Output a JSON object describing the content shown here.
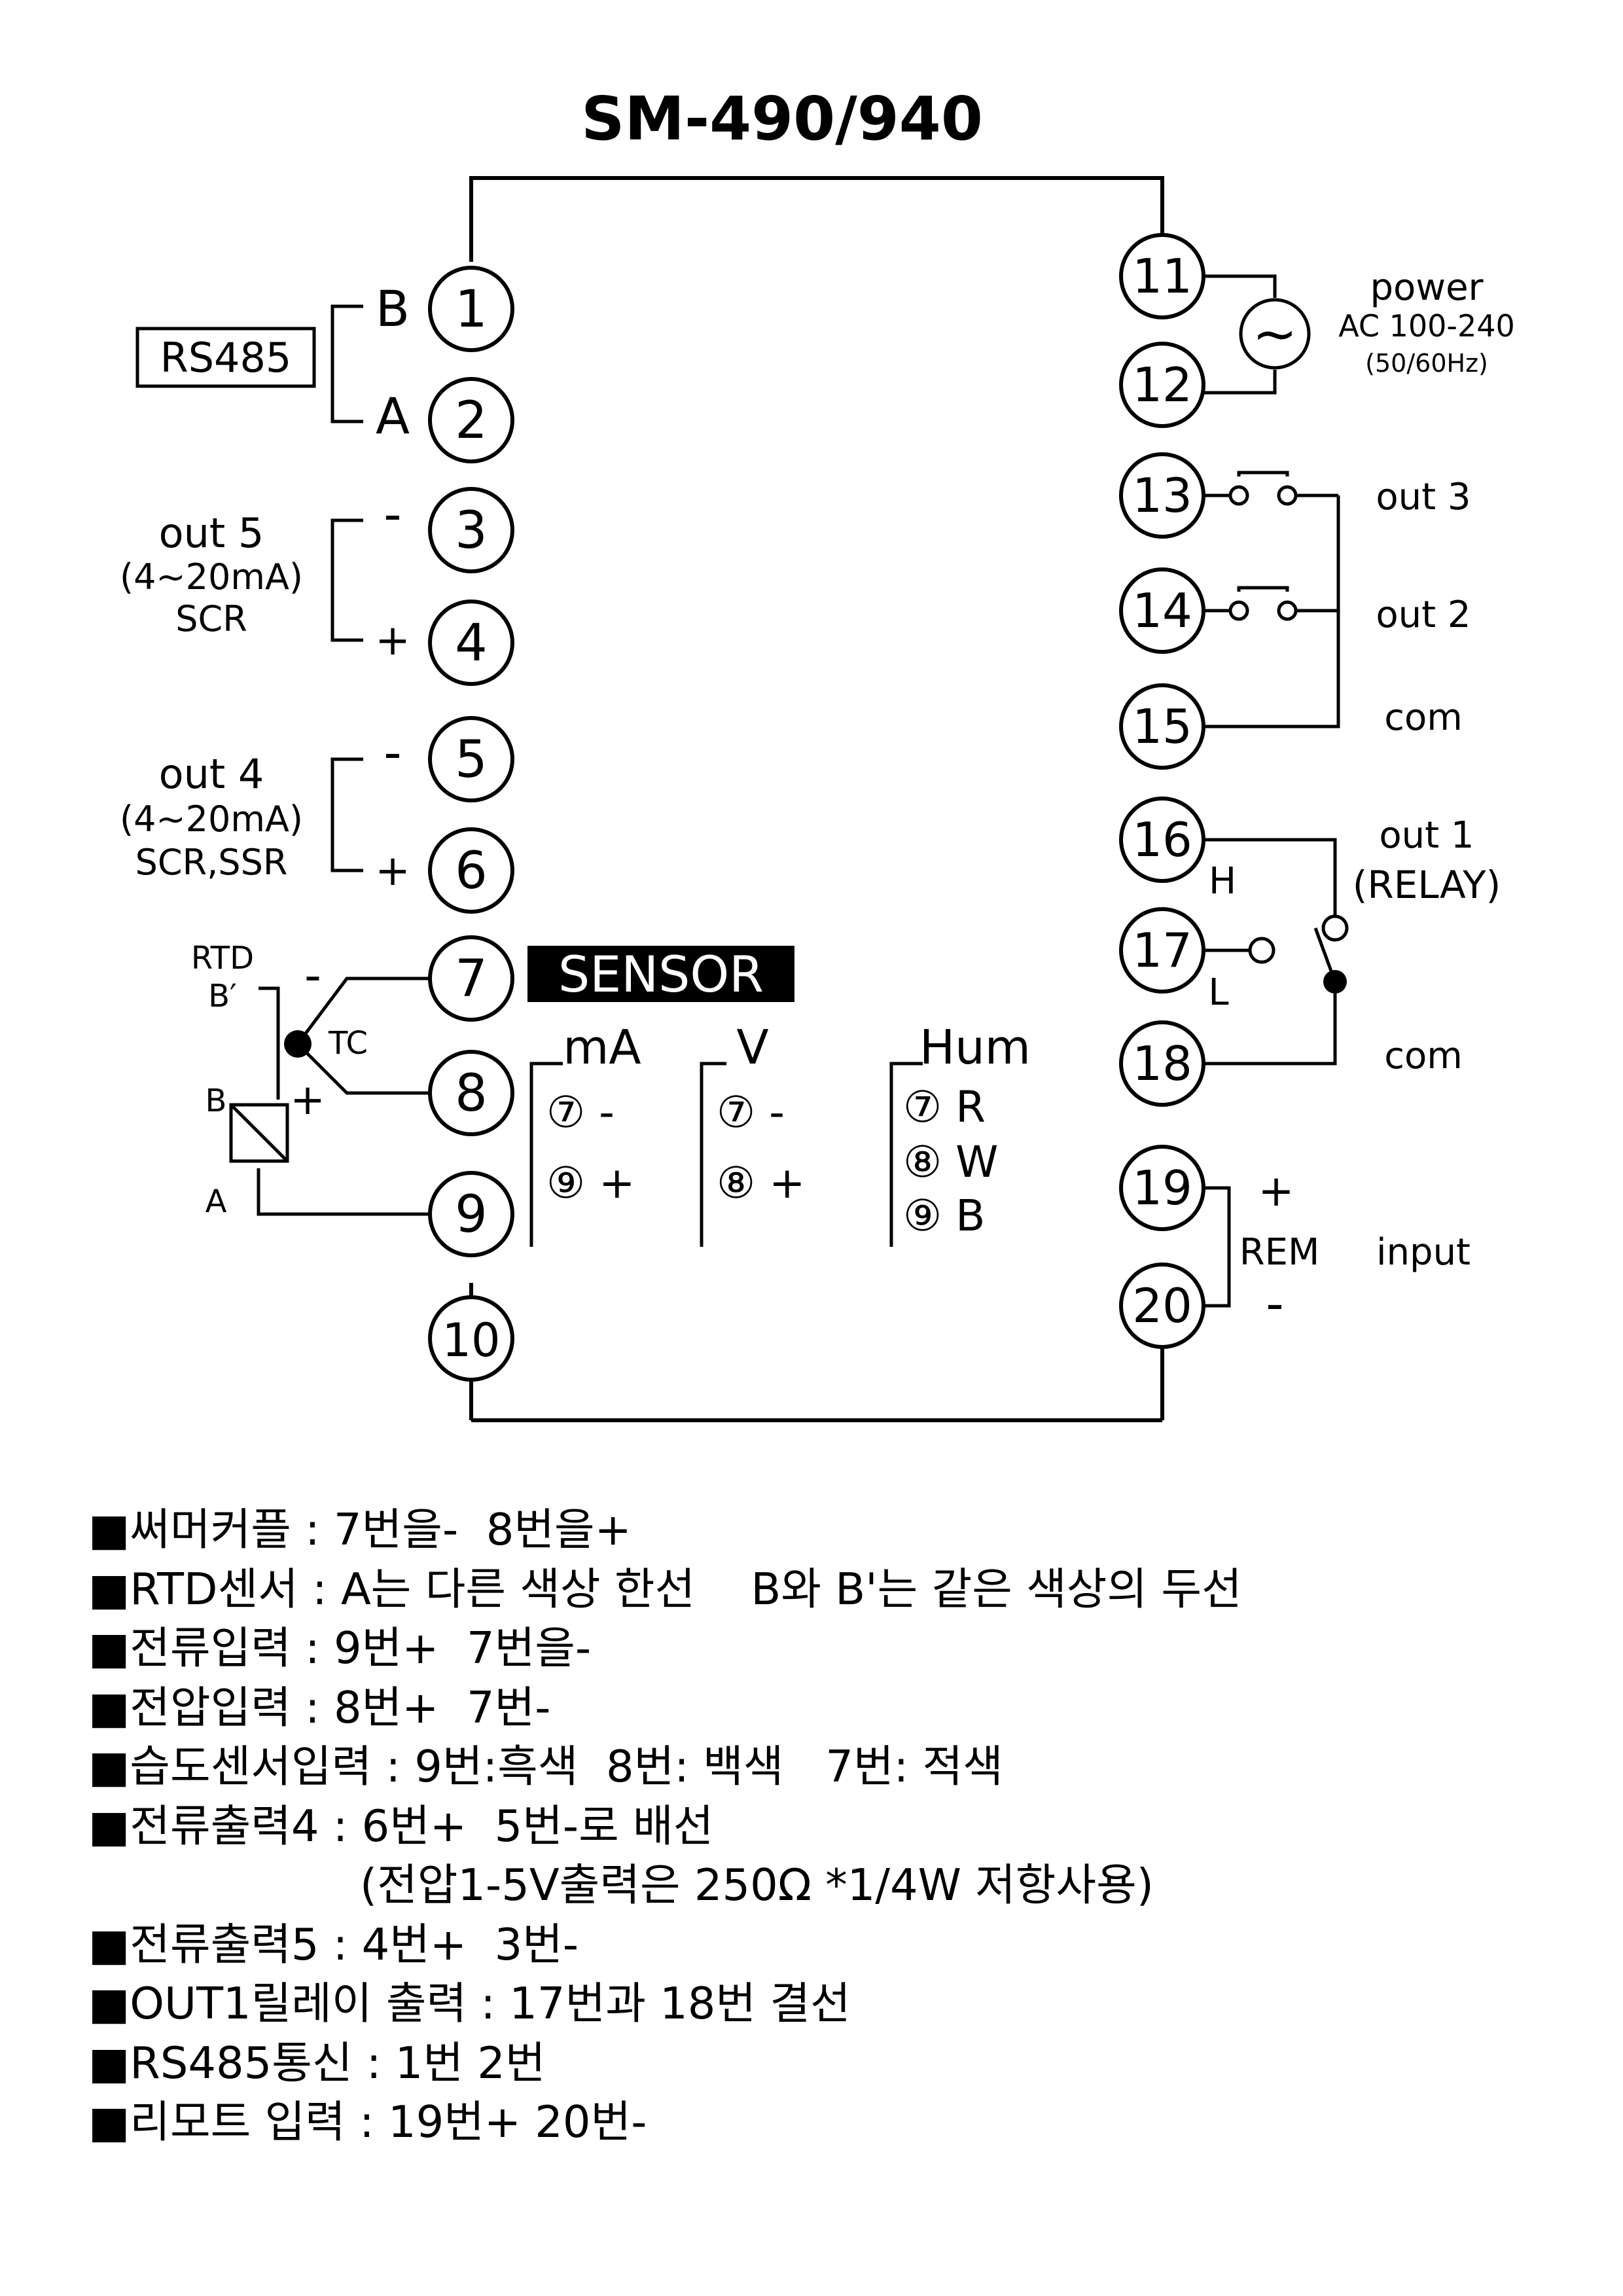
{
  "title": "SM-490/940",
  "terminals": [
    "1",
    "2",
    "3",
    "4",
    "5",
    "6",
    "7",
    "8",
    "9",
    "10",
    "11",
    "12",
    "13",
    "14",
    "15",
    "16",
    "17",
    "18",
    "19",
    "20"
  ],
  "left_labels": {
    "rs485": "RS485",
    "b": "B",
    "a": "A",
    "out5": "out 5",
    "out5_range": "(4~20mA)",
    "out5_type": "SCR",
    "out4": "out 4",
    "out4_range": "(4~20mA)",
    "out4_type": "SCR,SSR",
    "minus": "-",
    "plus": "+",
    "rtd": "RTD",
    "rtd_bprime": "B′",
    "tc": "TC",
    "rtd_b": "B",
    "rtd_a": "A"
  },
  "sensor": {
    "label": "SENSOR",
    "ma_title": "mA",
    "ma_lines": [
      "⑦ -",
      "⑨ +"
    ],
    "v_title": "V",
    "v_lines": [
      "⑦ -",
      "⑧ +"
    ],
    "hum_title": "Hum",
    "hum_lines": [
      "⑦ R",
      "⑧ W",
      "⑨ B"
    ]
  },
  "right_labels": {
    "power": "power",
    "power_spec": "AC 100-240",
    "power_freq": "(50/60Hz)",
    "power_symbol": "~",
    "out3": "out 3",
    "out2": "out 2",
    "com1": "com",
    "out1": "out 1",
    "relay": "(RELAY)",
    "h": "H",
    "l": "L",
    "com2": "com",
    "rem_plus": "+",
    "rem": "REM",
    "input": "input",
    "rem_minus": "-"
  },
  "notes": [
    "■써머커플 : 7번을-  8번을+",
    "■RTD센서 : A는 다른 색상 한선    B와 B'는 같은 색상의 두선",
    "■전류입력 : 9번+  7번을-",
    "■전압입력 : 8번+  7번-",
    "■습도센서입력 : 9번:흑색  8번: 백색   7번: 적색",
    "■전류출력4 : 6번+  5번-로 배선",
    "(전압1-5V출력은 250Ω *1/4W 저항사용)",
    "■전류출력5 : 4번+  3번-",
    "■OUT1릴레이 출력 : 17번과 18번 결선",
    "■RS485통신 : 1번 2번",
    "■리모트 입력 : 19번+ 20번-"
  ]
}
